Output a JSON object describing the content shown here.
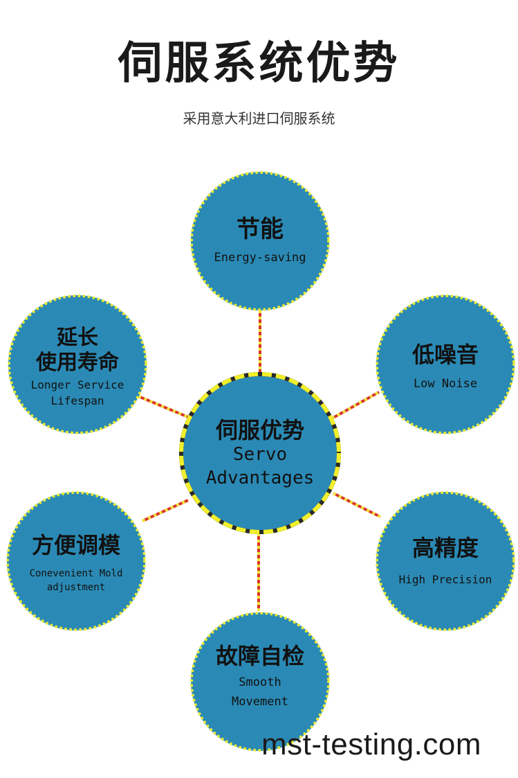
{
  "title": "伺服系统优势",
  "subtitle": "采用意大利进口伺服系统",
  "center": {
    "cn": "伺服优势",
    "en_line1": "Servo",
    "en_line2": "Advantages"
  },
  "nodes": {
    "energy": {
      "cn": "节能",
      "en_line1": "Energy-saving"
    },
    "lifespan": {
      "cn_line1": "延长",
      "cn_line2": "使用寿命",
      "en_line1": "Longer Service",
      "en_line2": "Lifespan"
    },
    "noise": {
      "cn": "低噪音",
      "en_line1": "Low Noise"
    },
    "mold": {
      "cn": "方便调模",
      "en_line1": "Conevenient Mold",
      "en_line2": "adjustment"
    },
    "precision": {
      "cn": "高精度",
      "en_line1": "High Precision"
    },
    "fault": {
      "cn": "故障自检",
      "en_line1": "Smooth",
      "en_line2": "Movement"
    }
  },
  "colors": {
    "circle_fill": "#2b8ab5",
    "dot_border": "#e6e93a",
    "center_border": "#f2ef2a",
    "connector_red": "#d9352b",
    "connector_yellow": "#f0e63a"
  },
  "watermark": "mst-testing.com"
}
